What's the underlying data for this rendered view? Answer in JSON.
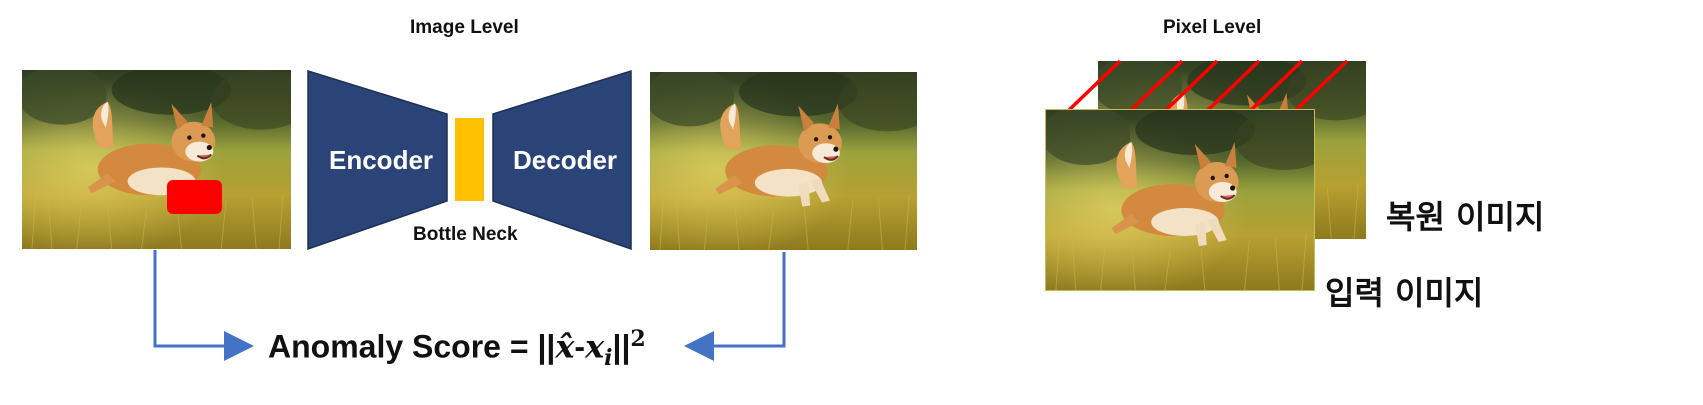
{
  "image_level": {
    "title": "Image Level",
    "encoder_label": "Encoder",
    "decoder_label": "Decoder",
    "bottleneck_label": "Bottle Neck",
    "score": {
      "prefix": "Anomaly Score = ",
      "formula_hat": "x̂",
      "formula_dash": "-",
      "formula_x": "x",
      "formula_sub": "i",
      "formula_exp": "2",
      "bars": "||"
    }
  },
  "pixel_level": {
    "title": "Pixel Level",
    "reconstructed_label": "복원 이미지",
    "input_label": "입력 이미지"
  },
  "colors": {
    "block": "#2b4478",
    "bottleneck": "#ffc000",
    "anomaly": "#ff0000",
    "arrow": "#4472c4",
    "stripe": "#ff0000"
  },
  "icons": {
    "photo": "corgi-photo-icon"
  }
}
